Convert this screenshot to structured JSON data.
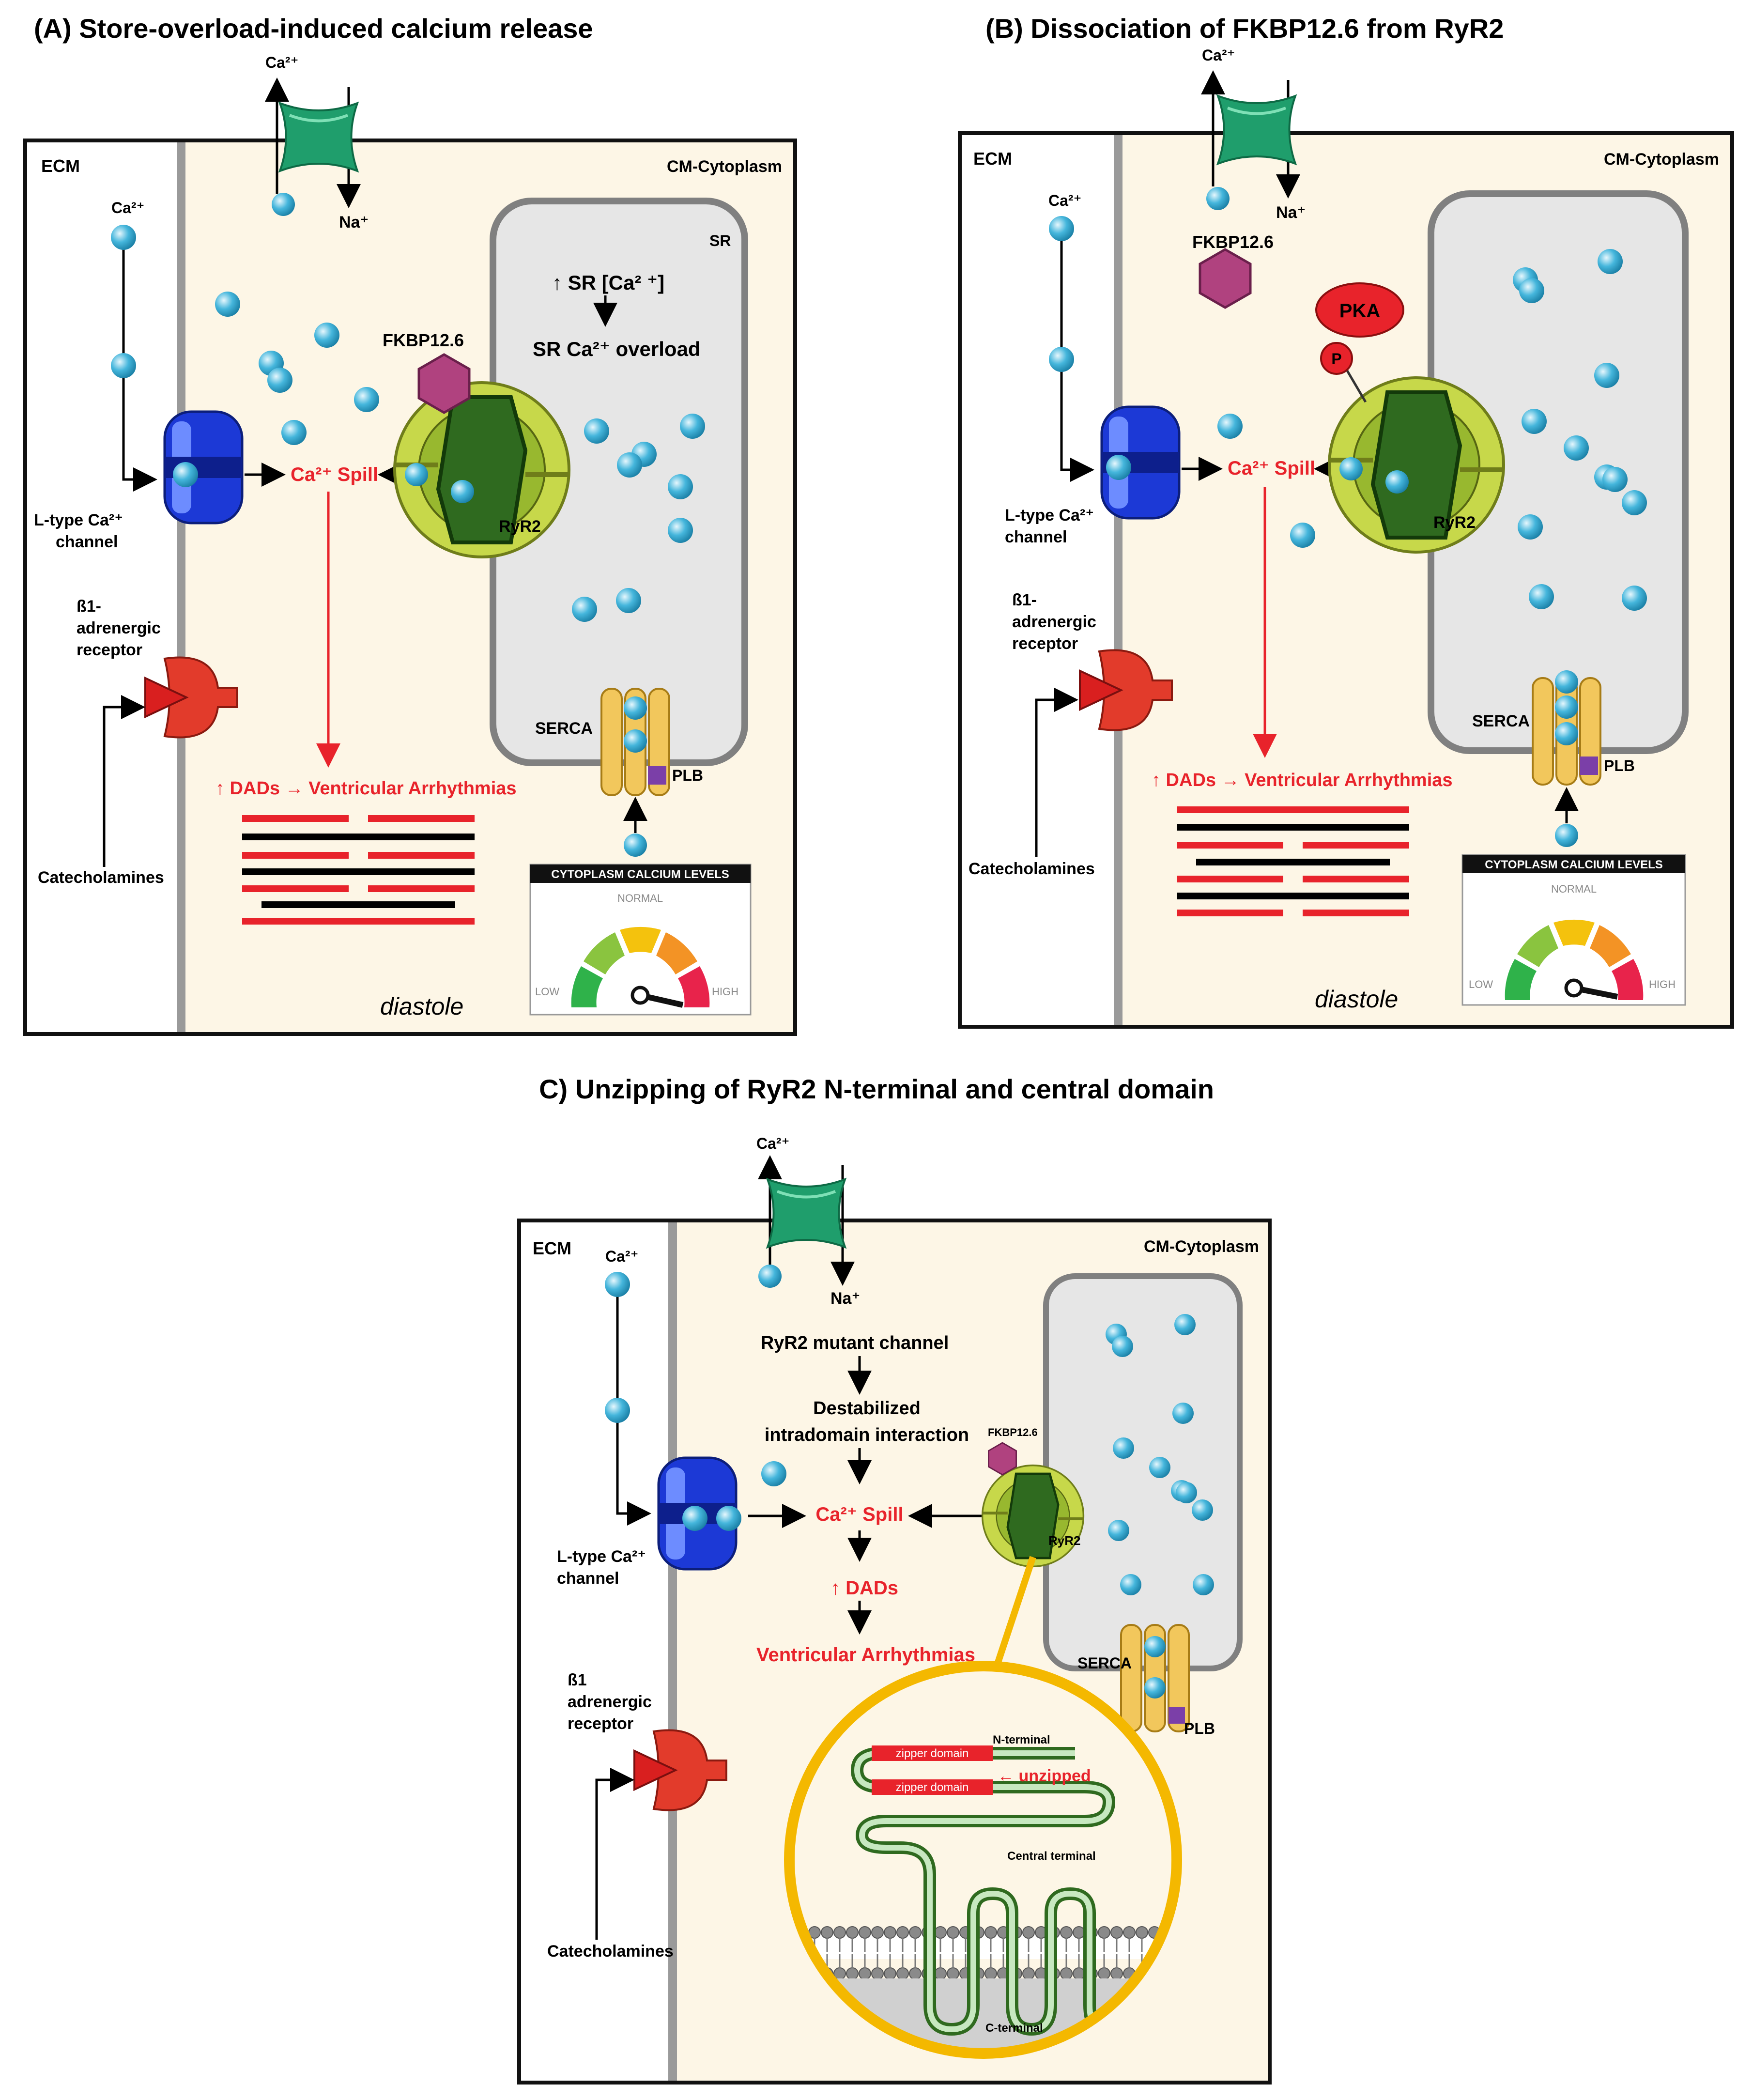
{
  "panels": {
    "a": {
      "title": "(A) Store-overload-induced calcium release",
      "ecm": "ECM",
      "cytoplasm": "CM-Cytoplasm",
      "ca_out": "Ca²⁺",
      "na_in": "Na⁺",
      "ca_ecm": "Ca²⁺",
      "sr": "SR",
      "sr_increase": "↑ SR [Ca² ⁺]",
      "sr_overload": "SR Ca²⁺ overload",
      "fkbp": "FKBP12.6",
      "ryr2": "RyR2",
      "spill": "Ca²⁺ Spill",
      "ltype_1": "L-type Ca²⁺",
      "ltype_2": "channel",
      "beta_1": "ß1-",
      "beta_2": "adrenergic",
      "beta_3": "receptor",
      "catecholamines": "Catecholamines",
      "serca": "SERCA",
      "plb": "PLB",
      "dads": "↑ DADs → Ventricular Arrhythmias",
      "gauge_title": "CYTOPLASM CALCIUM LEVELS",
      "gauge_normal": "NORMAL",
      "gauge_low": "LOW",
      "gauge_high": "HIGH",
      "diastole": "diastole"
    },
    "b": {
      "title": "(B) Dissociation of FKBP12.6 from RyR2",
      "ecm": "ECM",
      "cytoplasm": "CM-Cytoplasm",
      "ca_out": "Ca²⁺",
      "na_in": "Na⁺",
      "ca_ecm": "Ca²⁺",
      "fkbp": "FKBP12.6",
      "pka": "PKA",
      "p": "P",
      "ryr2": "RyR2",
      "spill": "Ca²⁺ Spill",
      "ltype_1": "L-type Ca²⁺",
      "ltype_2": "channel",
      "beta_1": "ß1-",
      "beta_2": "adrenergic",
      "beta_3": "receptor",
      "catecholamines": "Catecholamines",
      "serca": "SERCA",
      "plb": "PLB",
      "dads": "↑ DADs → Ventricular Arrhythmias",
      "gauge_title": "CYTOPLASM CALCIUM LEVELS",
      "gauge_normal": "NORMAL",
      "gauge_low": "LOW",
      "gauge_high": "HIGH",
      "diastole": "diastole"
    },
    "c": {
      "title": "C) Unzipping of RyR2 N-terminal and central domain",
      "ecm": "ECM",
      "cytoplasm": "CM-Cytoplasm",
      "ca_out": "Ca²⁺",
      "na_in": "Na⁺",
      "ca_ecm": "Ca²⁺",
      "mutant": "RyR2 mutant channel",
      "destab_1": "Destabilized",
      "destab_2": "intradomain interaction",
      "fkbp": "FKBP12.6",
      "ryr2": "RyR2",
      "spill": "Ca²⁺ Spill",
      "dads": "↑ DADs",
      "arrhythmias": "Ventricular Arrhythmias",
      "ltype_1": "L-type Ca²⁺",
      "ltype_2": "channel",
      "beta_1": "ß1",
      "beta_2": "adrenergic",
      "beta_3": "receptor",
      "catecholamines": "Catecholamines",
      "serca": "SERCA",
      "plb": "PLB",
      "n_terminal": "N-terminal",
      "zipper_1": "zipper domain",
      "zipper_2": "zipper domain",
      "unzipped": "← unzipped",
      "central_terminal": "Central terminal",
      "c_terminal": "C-terminal"
    }
  },
  "colors": {
    "cytoplasm": "#fdf6e6",
    "sr": "#e6e6e6",
    "sr_border": "#808080",
    "calcium": "#3fb2d8",
    "red_text": "#e8232b",
    "exchanger": "#1f9e6c",
    "ltype": "#1c39d6",
    "receptor": "#e23b2b",
    "ryr2_outer": "#c7d84a",
    "ryr2_inner": "#2f6a1f",
    "fkbp": "#b0427f",
    "serca": "#f2c75c",
    "plb": "#7b3fa8",
    "zoom_ring": "#f4b800"
  }
}
